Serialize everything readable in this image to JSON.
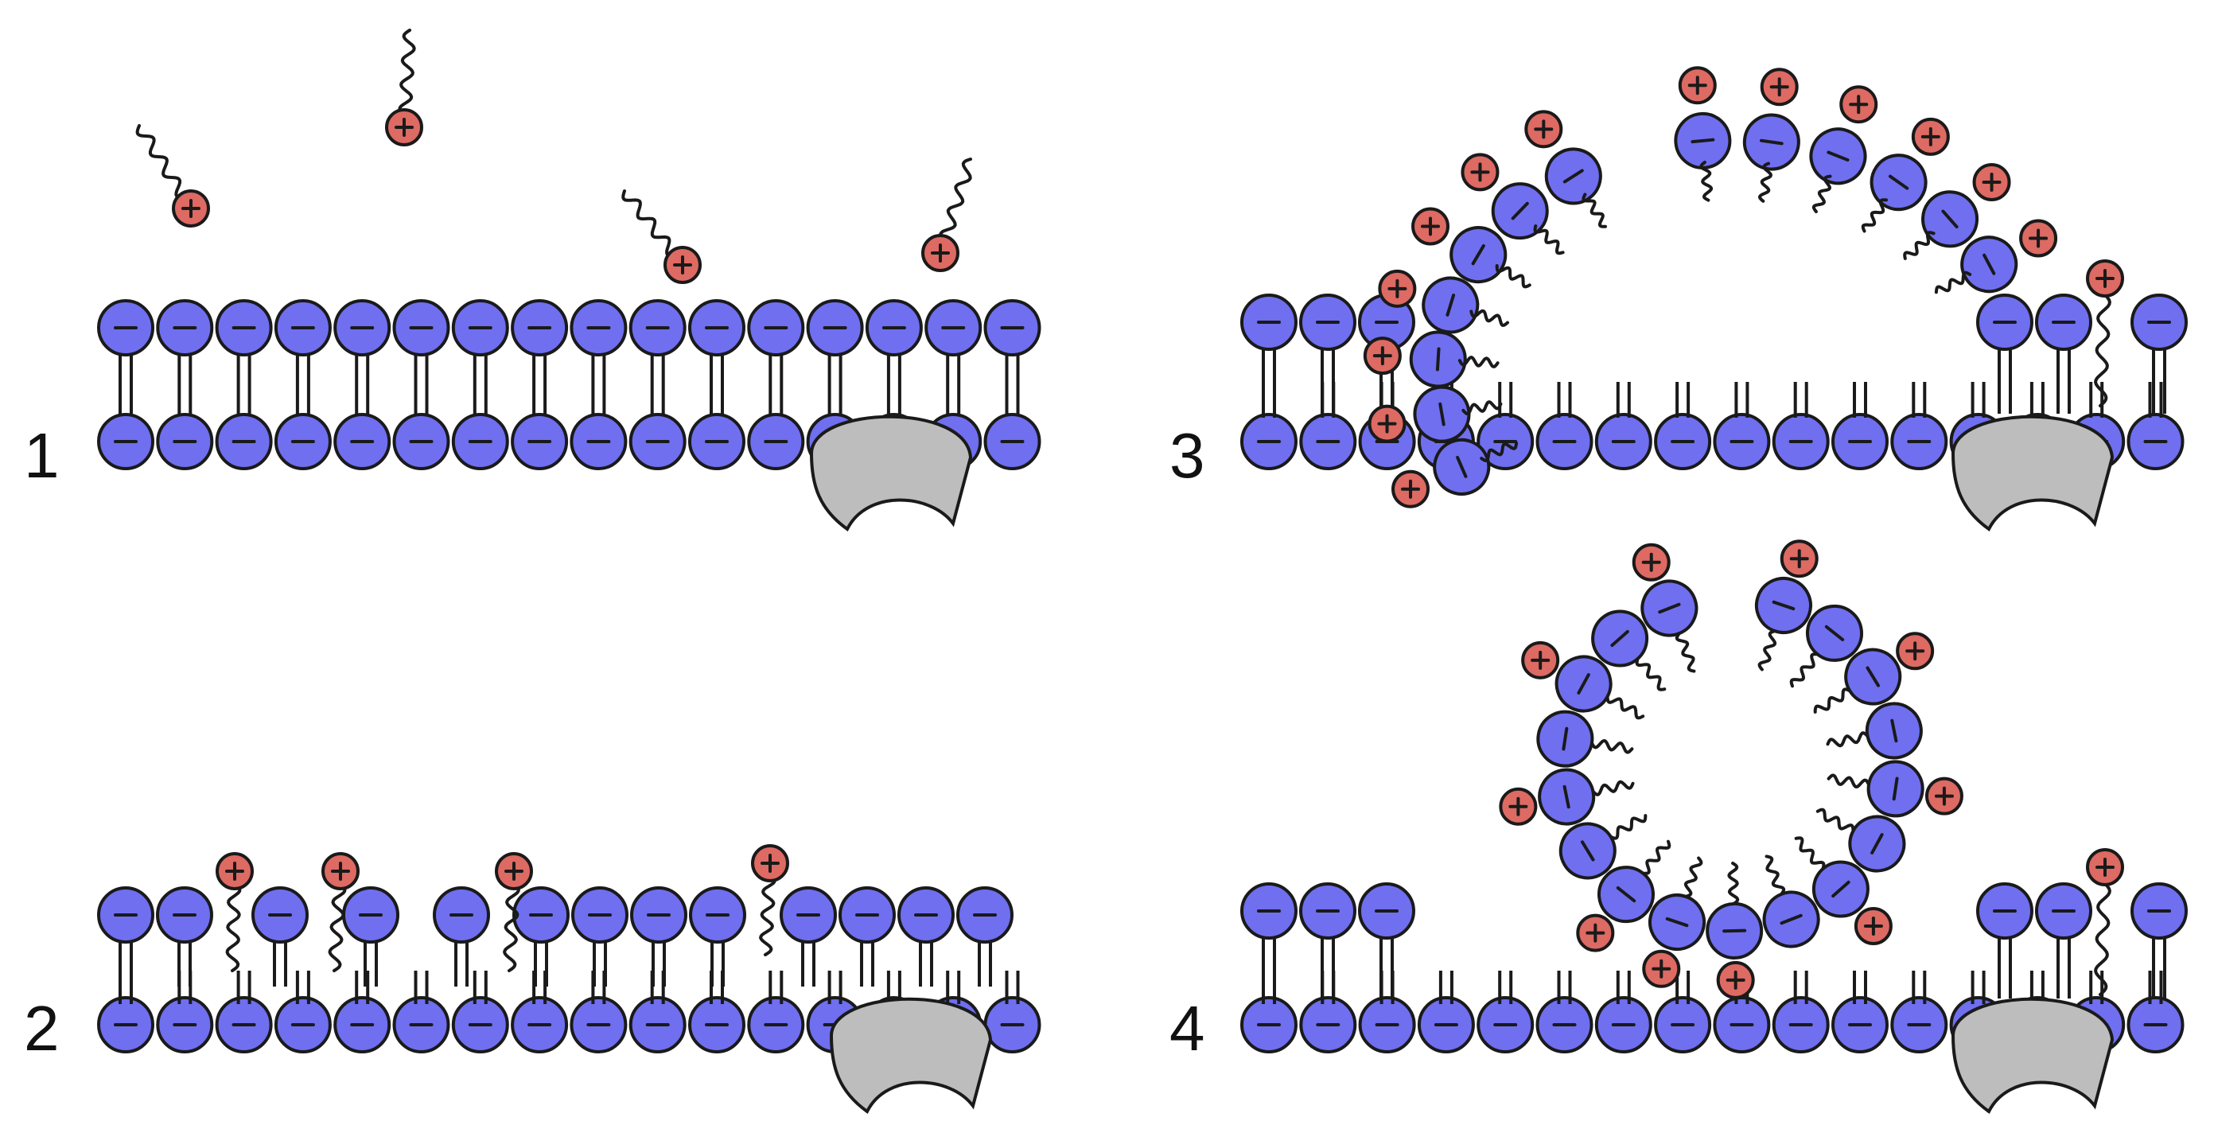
{
  "figure": {
    "panels": [
      {
        "id": "1",
        "label": "1"
      },
      {
        "id": "2",
        "label": "2"
      },
      {
        "id": "3",
        "label": "3"
      },
      {
        "id": "4",
        "label": "4"
      }
    ]
  },
  "colors": {
    "lipid_head": "#6f6ff0",
    "peptide_head": "#dd6a63",
    "protein": "#bdbdbd",
    "outline": "#1a1a1a"
  },
  "icons": {
    "lipid_head": "negative-charge-sphere",
    "peptide": "positive-charge-sphere-with-tail",
    "protein": "membrane-protein-crescent"
  }
}
